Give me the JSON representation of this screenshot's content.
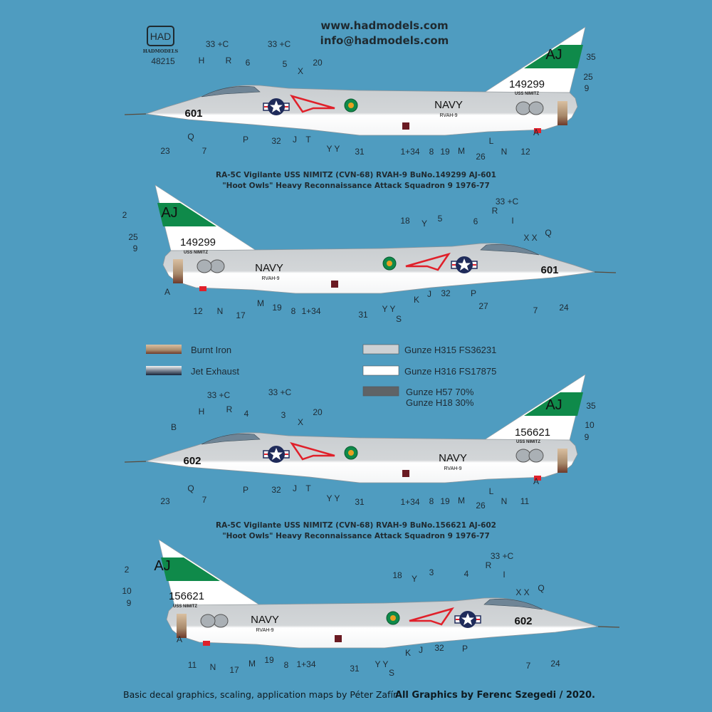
{
  "header": {
    "logo_text": "HAD",
    "brand": "HADMODELS",
    "kit_number": "48215",
    "website": "www.hadmodels.com",
    "email": "info@hadmodels.com"
  },
  "colors": {
    "background": "#4f9cc0",
    "grey": "#cdd1d4",
    "white": "#ffffff",
    "dark": "#5f6366",
    "green": "#0f8a4a",
    "navy": "#1f2b5a",
    "red": "#e0202a"
  },
  "captions": [
    {
      "line1": "RA-5C Vigilante USS NIMITZ (CVN-68) RVAH-9 BuNo.149299  AJ-601",
      "line2": "\"Hoot Owls\" Heavy Reconnaissance Attack Squadron 9  1976-77"
    },
    {
      "line1": "RA-5C Vigilante USS NIMITZ (CVN-68) RVAH-9 BuNo.156621  AJ-602",
      "line2": "\"Hoot Owls\" Heavy Reconnaissance Attack Squadron 9  1976-77"
    }
  ],
  "legend": [
    {
      "label": "Burnt Iron",
      "swatch": "burnt-iron"
    },
    {
      "label": "Jet Exhaust",
      "swatch": "jet-exhaust"
    },
    {
      "label": "Gunze H315 FS36231",
      "swatch": "#cdd1d4"
    },
    {
      "label": "Gunze H316 FS17875",
      "swatch": "#ffffff"
    },
    {
      "label": "Gunze H57 70%",
      "label2": "Gunze H18 30%",
      "swatch": "#5f6366"
    }
  ],
  "views": [
    {
      "tail_code": "AJ",
      "serial": "149299",
      "ship": "USS NIMITZ",
      "modex": "601",
      "navy": "NAVY",
      "squadron": "RVAH-9",
      "labels": [
        "33 +C",
        "33 +C",
        "H",
        "R",
        "6",
        "5",
        "X",
        "20",
        "35",
        "25",
        "9",
        "23",
        "Q",
        "7",
        "P",
        "32",
        "J",
        "T",
        "Y Y",
        "31",
        "1+34",
        "8",
        "19",
        "M",
        "26",
        "L",
        "N",
        "12",
        "A"
      ]
    },
    {
      "tail_code": "AJ",
      "serial": "149299",
      "ship": "USS NIMITZ",
      "modex": "601",
      "navy": "NAVY",
      "squadron": "RVAH-9",
      "labels": [
        "2",
        "25",
        "9",
        "18",
        "5",
        "Y",
        "6",
        "R",
        "33 +C",
        "I",
        "X X",
        "Q",
        "A",
        "12",
        "N",
        "17",
        "M",
        "19",
        "8",
        "1+34",
        "31",
        "Y Y",
        "S",
        "K",
        "J",
        "32",
        "P",
        "27",
        "7",
        "24"
      ]
    },
    {
      "tail_code": "AJ",
      "serial": "156621",
      "ship": "USS NIMITZ",
      "modex": "602",
      "navy": "NAVY",
      "squadron": "RVAH-9",
      "labels": [
        "33 +C",
        "33 +C",
        "H",
        "R",
        "4",
        "3",
        "X",
        "20",
        "B",
        "35",
        "10",
        "9",
        "23",
        "Q",
        "7",
        "P",
        "32",
        "J",
        "T",
        "Y Y",
        "31",
        "1+34",
        "8",
        "19",
        "M",
        "26",
        "L",
        "N",
        "11",
        "A"
      ]
    },
    {
      "tail_code": "AJ",
      "serial": "156621",
      "ship": "USS NIMITZ",
      "modex": "602",
      "navy": "NAVY",
      "squadron": "RVAH-9",
      "labels": [
        "2",
        "10",
        "9",
        "18",
        "3",
        "Y",
        "4",
        "R",
        "33 +C",
        "I",
        "X X",
        "Q",
        "A",
        "11",
        "N",
        "17",
        "M",
        "19",
        "8",
        "1+34",
        "31",
        "Y Y",
        "S",
        "K",
        "J",
        "32",
        "P",
        "7",
        "24"
      ]
    }
  ],
  "footer": {
    "left": "Basic decal  graphics, scaling, application maps by Péter Zafír",
    "right": "All Graphics by Ferenc Szegedi / 2020."
  }
}
